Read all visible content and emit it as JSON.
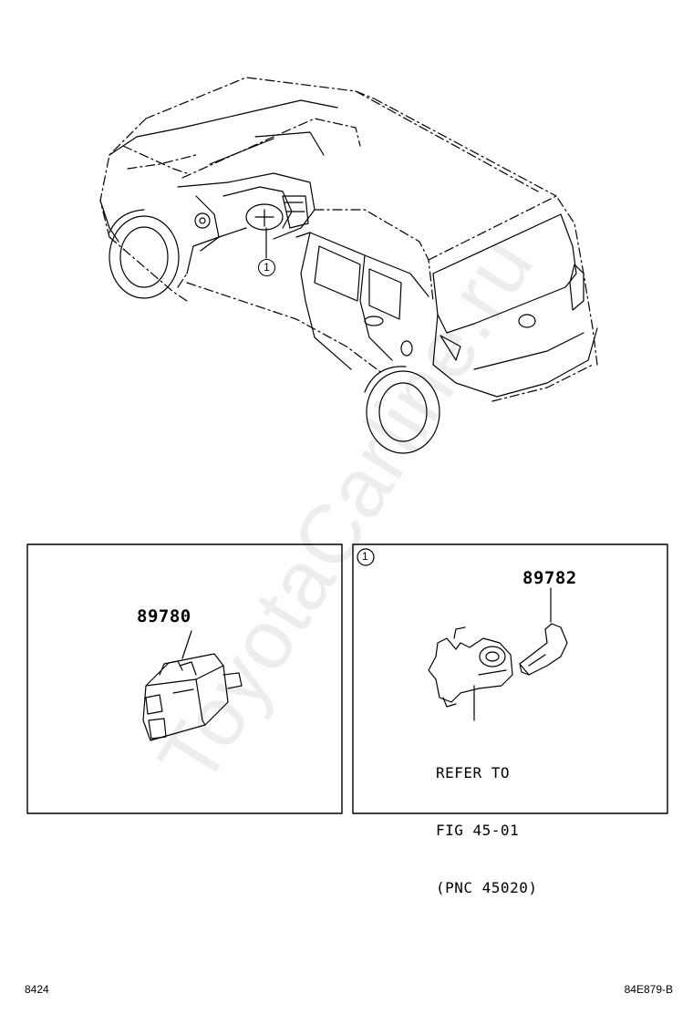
{
  "watermark": "ToyotaCarline.ru",
  "diagram": {
    "callout_marker": "1",
    "panel_left": {
      "part_number": "89780"
    },
    "panel_right": {
      "callout_marker": "1",
      "part_number": "89782",
      "refer_lines": [
        "REFER TO",
        "FIG 45-01",
        "(PNC 45020)"
      ]
    }
  },
  "footer": {
    "page_code": "8424",
    "figure_id": "84E879-B"
  }
}
